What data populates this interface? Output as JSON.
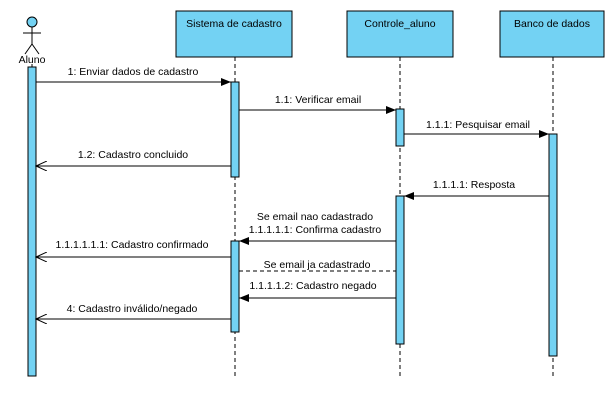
{
  "actor": {
    "name": "Aluno"
  },
  "participants": [
    {
      "name": "Sistema de cadastro"
    },
    {
      "name": "Controle_aluno"
    },
    {
      "name": "Banco de dados"
    }
  ],
  "messages": [
    {
      "label": "1: Enviar dados de cadastro"
    },
    {
      "label": "1.1: Verificar email"
    },
    {
      "label": "1.1.1: Pesquisar email"
    },
    {
      "label": "1.2: Cadastro concluido"
    },
    {
      "label": "1.1.1.1: Resposta"
    },
    {
      "label": "Se email nao cadastrado"
    },
    {
      "label": "1.1.1.1.1: Confirma cadastro"
    },
    {
      "label": "1.1.1.1.1.1: Cadastro confirmado"
    },
    {
      "label": "Se email ja cadastrado"
    },
    {
      "label": "1.1.1.1.2: Cadastro negado"
    },
    {
      "label": "4: Cadastro inválido/negado"
    }
  ],
  "colors": {
    "box_fill": "#73d2f3",
    "box_border": "#000000",
    "line": "#000000",
    "background": "#ffffff"
  }
}
